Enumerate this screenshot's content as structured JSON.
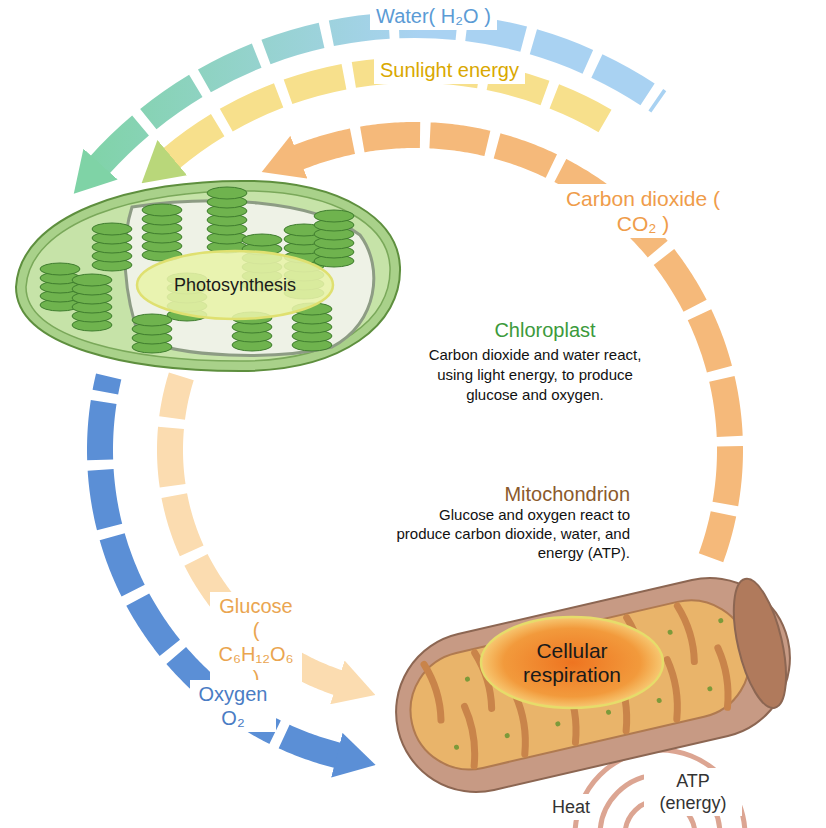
{
  "diagram": {
    "nodes": [
      {
        "text": [
          "Chloroplast",
          "Carbon dioxide and water react, using light energy, to produce glucose and oxygen."
        ]
      },
      {
        "text": [
          "Photosynthesis"
        ],
        "in": 0
      },
      {
        "text": [
          "Mitochondrion",
          "Glucose and oxygen react to produce carbon dioxide, water, and energy (ATP)."
        ]
      },
      {
        "text": [
          "Cellular respiration"
        ],
        "in": 2
      }
    ],
    "edges": [
      {
        "from": 2,
        "to": 0,
        "arrow": "to",
        "label": "Carbon dioxide ( CO₂ )"
      },
      {
        "from": 0,
        "to": 2,
        "arrow": "to",
        "label": "Glucose ( C₆H₁₂O₆ )"
      },
      {
        "from": 0,
        "to": 2,
        "arrow": "to",
        "label": "Oxygen O₂"
      }
    ],
    "labels": [
      "Water( H₂O )",
      "Sunlight energy",
      "Heat",
      "ATP (energy)"
    ]
  }
}
